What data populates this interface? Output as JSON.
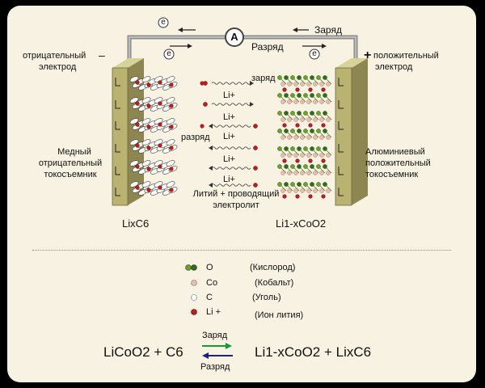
{
  "diagram": {
    "electron": "e",
    "ammeter": "A",
    "top_charge_label": "Заряд",
    "top_discharge_label": "Разряд",
    "negative_sign": "–",
    "positive_sign": "+",
    "negative_electrode": [
      "отрицательный",
      "электрод"
    ],
    "positive_electrode": [
      "положительный",
      "электрод"
    ],
    "copper_collector": [
      "Медный",
      "отрицательный",
      "токосъемник"
    ],
    "aluminum_collector": [
      "Алюминиевый",
      "положительный",
      "токосъемник"
    ],
    "ion_charge_label": "заряд",
    "ion_discharge_label": "разряд",
    "li_ion": "Li+",
    "electrolyte": [
      "Литий + проводящий",
      "электролит"
    ],
    "anode_formula": "LixC6",
    "cathode_formula": "Li1-xCoO2"
  },
  "legend": [
    {
      "symbol": "O",
      "name": "(Кислород)"
    },
    {
      "symbol": "Co",
      "name": "(Кобальт)"
    },
    {
      "symbol": "C",
      "name": "(Уголь)"
    },
    {
      "symbol": "Li +",
      "name": "(Ион лития)"
    }
  ],
  "equation": {
    "left": "LiCoO2 + C6",
    "right": "Li1-xCoO2 + LixC6",
    "charge": "Заряд",
    "discharge": "Разряд"
  },
  "colors": {
    "background": "#f7f2e1",
    "frame": "#000000",
    "collector": "#b9b271",
    "oxygen": "#6da02a",
    "cobalt": "#e8bcae",
    "carbon": "#ffffff",
    "lithium": "#b91d1d",
    "charge_arrow": "#159a36",
    "discharge_arrow": "#1f1f86"
  }
}
